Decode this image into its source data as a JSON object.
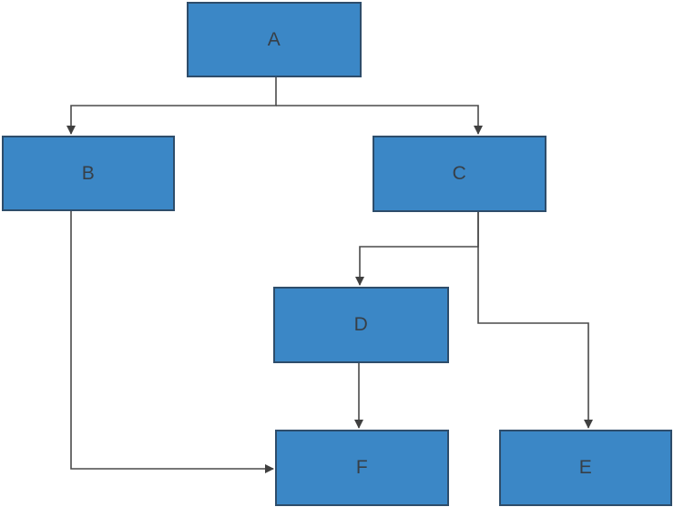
{
  "diagram": {
    "type": "flowchart",
    "background_color": "#ffffff",
    "node_fill_color": "#3b87c6",
    "node_border_color": "#2e4d6b",
    "node_text_color": "#373f47",
    "connector_color": "#4a4a4a",
    "nodes": [
      {
        "id": "A",
        "label": "A"
      },
      {
        "id": "B",
        "label": "B"
      },
      {
        "id": "C",
        "label": "C"
      },
      {
        "id": "D",
        "label": "D"
      },
      {
        "id": "E",
        "label": "E"
      },
      {
        "id": "F",
        "label": "F"
      }
    ],
    "edges": [
      {
        "from": "A",
        "to": "B",
        "arrow": "into-top"
      },
      {
        "from": "A",
        "to": "C",
        "arrow": "into-top"
      },
      {
        "from": "C",
        "to": "D",
        "arrow": "into-top"
      },
      {
        "from": "C",
        "to": "E",
        "arrow": "into-top"
      },
      {
        "from": "D",
        "to": "F",
        "arrow": "into-top"
      },
      {
        "from": "B",
        "to": "F",
        "arrow": "into-left-side"
      }
    ]
  }
}
